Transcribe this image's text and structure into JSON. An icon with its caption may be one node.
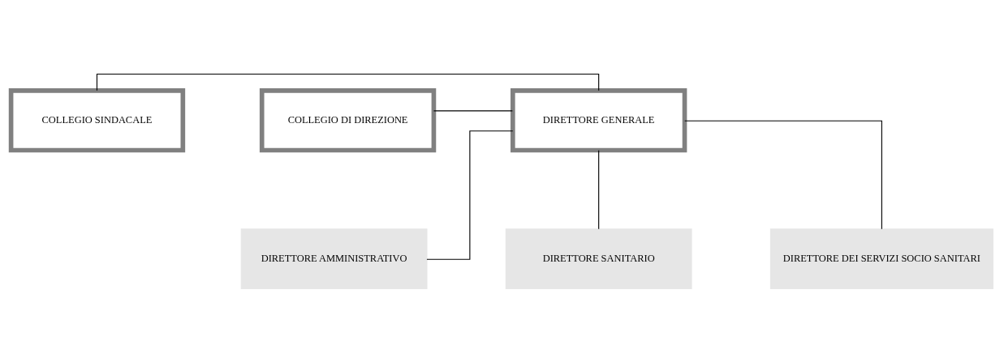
{
  "diagram": {
    "nodes": [
      {
        "text": [
          "COLLEGIO SINDACALE"
        ]
      },
      {
        "text": [
          "COLLEGIO DI DIREZIONE"
        ]
      },
      {
        "text": [
          "DIRETTORE GENERALE"
        ]
      },
      {
        "text": [
          "DIRETTORE AMMINISTRATIVO"
        ]
      },
      {
        "text": [
          "DIRETTORE SANITARIO"
        ]
      },
      {
        "text": [
          "DIRETTORE DEI SERVIZI SOCIO SANITARI"
        ]
      }
    ],
    "edges": [
      {
        "from": 0,
        "to": 2,
        "arrow": "none"
      },
      {
        "from": 1,
        "to": 2,
        "arrow": "none"
      },
      {
        "from": 2,
        "to": 3,
        "arrow": "none"
      },
      {
        "from": 2,
        "to": 4,
        "arrow": "none"
      },
      {
        "from": 2,
        "to": 5,
        "arrow": "none"
      }
    ]
  }
}
